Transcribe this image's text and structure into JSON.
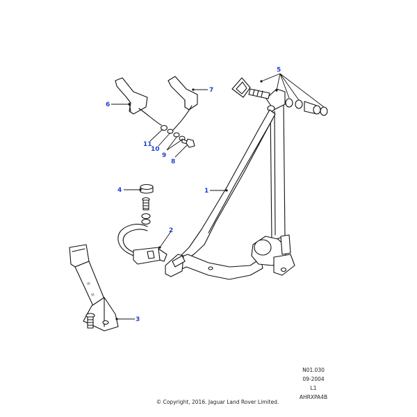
{
  "callouts": {
    "c1": "1",
    "c2": "2",
    "c3": "3",
    "c4": "4",
    "c5": "5",
    "c6": "6",
    "c7": "7",
    "c8": "8",
    "c9": "9",
    "c10": "10",
    "c11": "11"
  },
  "stamp": {
    "code": "N01.030",
    "date": "09-2004",
    "level": "L1",
    "ref": "AHRXPA4B"
  },
  "copyright": "© Copyright, 2016. Jaguar Land Rover Limited.",
  "colors": {
    "callout": "#1f3fd1",
    "line": "#111111"
  }
}
